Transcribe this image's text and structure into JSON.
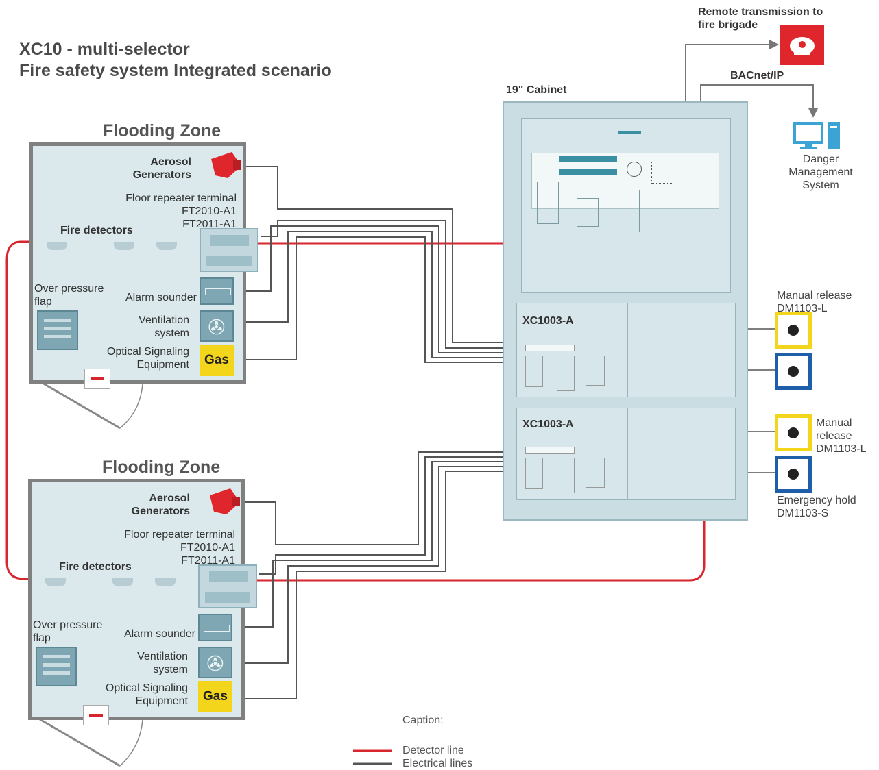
{
  "title": {
    "line1": "XC10 - multi-selector",
    "line2": "Fire safety system Integrated scenario"
  },
  "zones": [
    {
      "title": "Flooding Zone",
      "aerosol_label": "Aerosol\nGenerators",
      "repeater_label": "Floor repeater terminal\nFT2010-A1\nFT2011-A1",
      "detectors_label": "Fire detectors",
      "overpressure_label": "Over pressure\nflap",
      "sounder_label": "Alarm sounder",
      "ventilation_label": "Ventilation\nsystem",
      "optical_label": "Optical Signaling\nEquipment",
      "gas_label": "Gas"
    },
    {
      "title": "Flooding Zone",
      "aerosol_label": "Aerosol\nGenerators",
      "repeater_label": "Floor repeater terminal\nFT2010-A1\nFT2011-A1",
      "detectors_label": "Fire detectors",
      "overpressure_label": "Over pressure\nflap",
      "sounder_label": "Alarm sounder",
      "ventilation_label": "Ventilation\nsystem",
      "optical_label": "Optical Signaling\nEquipment",
      "gas_label": "Gas"
    }
  ],
  "cabinet": {
    "label": "19\" Cabinet",
    "module1": "XC1003-A",
    "module2": "XC1003-A"
  },
  "remote": {
    "label": "Remote transmission to\nfire brigade",
    "bacnet": "BACnet/IP",
    "dms": "Danger\nManagement\nSystem"
  },
  "buttons": {
    "release1": "Manual release\nDM1103-L",
    "release2": "Manual\nrelease\nDM1103-L",
    "hold": "Emergency hold\nDM1103-S"
  },
  "caption": {
    "title": "Caption:",
    "detector": "Detector line",
    "electrical": "Electrical lines"
  },
  "colors": {
    "detector_line": "#d7262e",
    "electrical_line": "#555555",
    "fire_red": "#e0262d",
    "yellow": "#f3d51b",
    "blue": "#1f5ea8",
    "monitor": "#3da3d4"
  }
}
